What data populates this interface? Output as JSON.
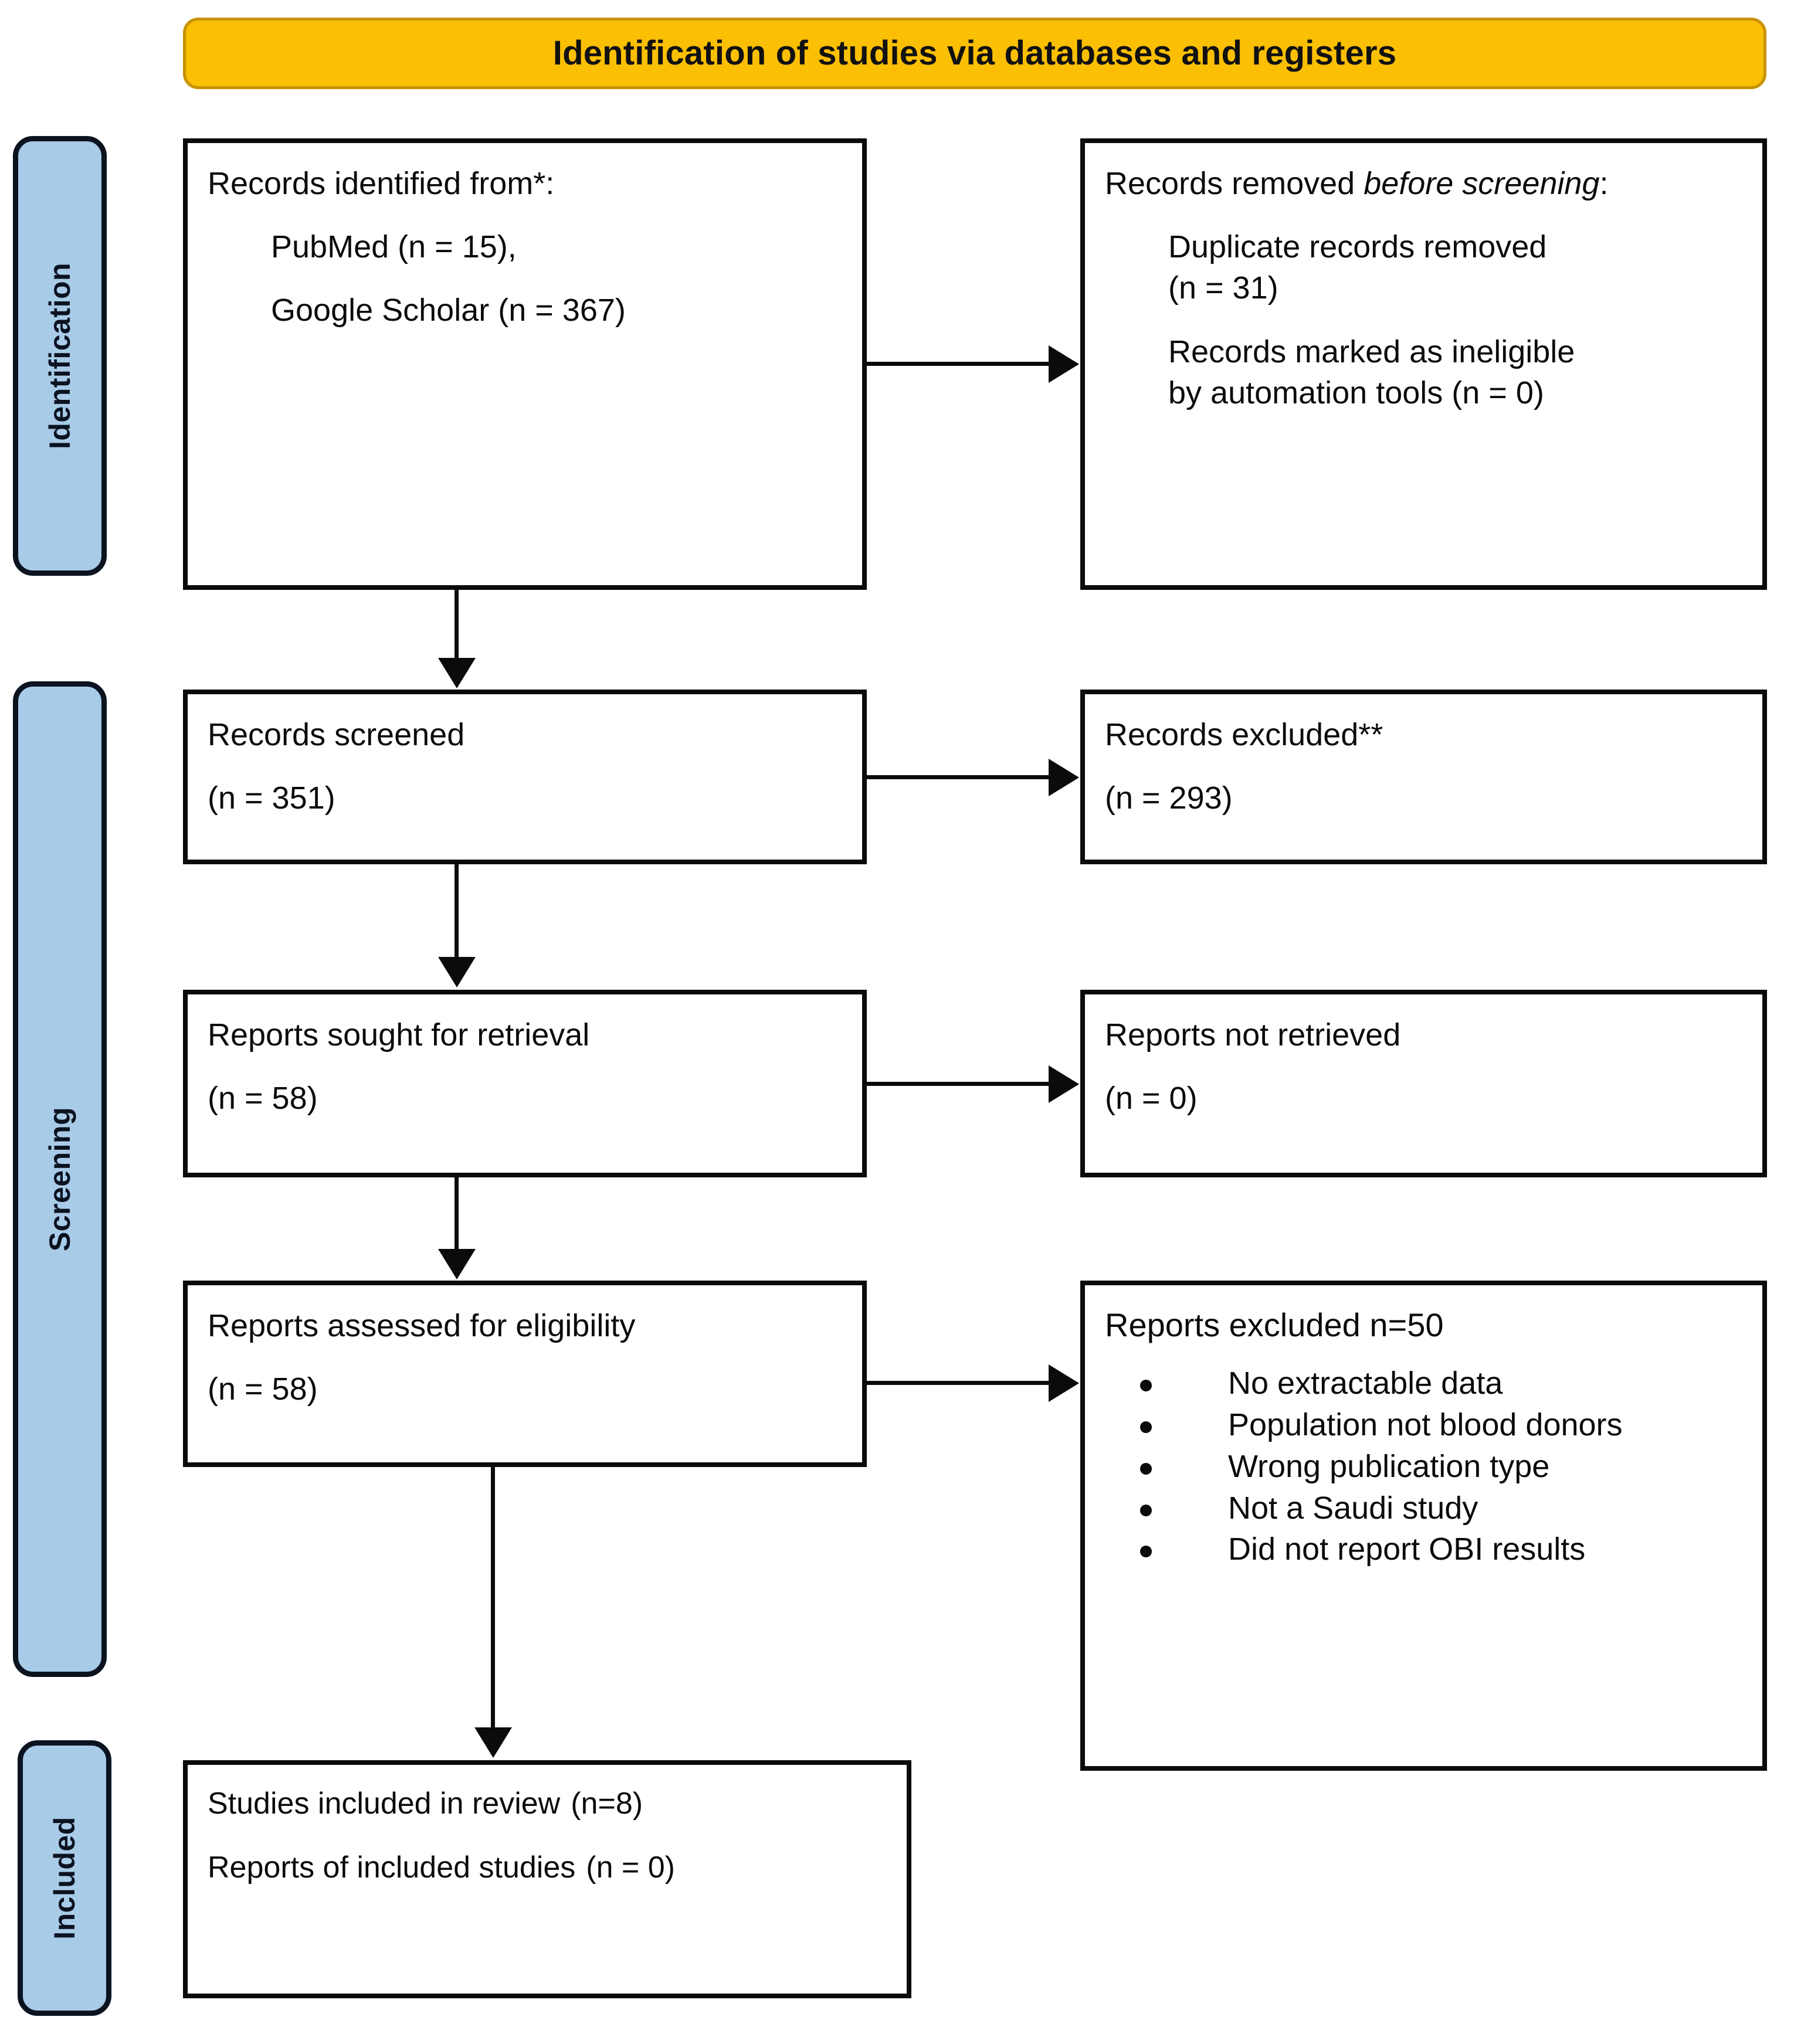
{
  "banner": {
    "title": "Identification of studies via databases and registers"
  },
  "rails": [
    {
      "id": "identification",
      "label": "Identification"
    },
    {
      "id": "screening",
      "label": "Screening"
    },
    {
      "id": "included",
      "label": "Included"
    }
  ],
  "boxes": {
    "identified": {
      "heading": "Records identified from*:",
      "source_1": "PubMed (n = 15),",
      "source_2": "Google Scholar (n = 367)"
    },
    "removed": {
      "heading_prefix": "Records removed ",
      "heading_emphasis": "before screening",
      "heading_suffix": ":",
      "item_1_line_1": "Duplicate records removed",
      "item_1_line_2": "(n = 31)",
      "item_2_line_1": "Records marked as ineligible",
      "item_2_line_2": "by automation tools (n = 0)"
    },
    "screened": {
      "heading": "Records screened",
      "count": "(n = 351)"
    },
    "excluded": {
      "heading": "Records excluded**",
      "count": "(n = 293)"
    },
    "sought": {
      "heading": "Reports sought for retrieval",
      "count": "(n = 58)"
    },
    "not_retrieved": {
      "heading": "Reports not retrieved",
      "count": "(n = 0)"
    },
    "assessed": {
      "heading": "Reports assessed for eligibility",
      "count": "(n = 58)"
    },
    "reports_excluded": {
      "heading": "Reports excluded n=50",
      "reasons": [
        "No extractable data",
        "Population not blood donors",
        "Wrong publication type",
        "Not a Saudi study",
        "Did not report OBI results"
      ]
    },
    "included": {
      "line_1_label": "Studies included in review",
      "line_1_count": "(n=8)",
      "line_2_label": "Reports of included studies",
      "line_2_count": "(n = 0)"
    }
  },
  "colors": {
    "banner_fill": "#FBBF03",
    "banner_border": "#C89200",
    "rail_fill": "#A8CBE8",
    "rail_border": "#0B1220",
    "box_border": "#0B0B0B",
    "text": "#0B0B0B",
    "background": "#FFFFFF"
  }
}
